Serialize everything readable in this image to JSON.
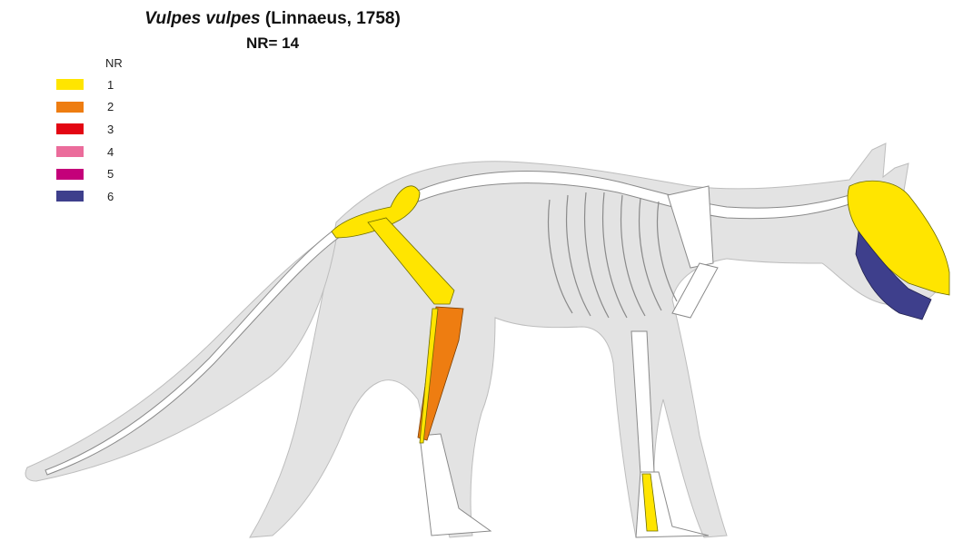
{
  "title": {
    "species": "Vulpes vulpes",
    "authority": "(Linnaeus, 1758)"
  },
  "nr_total": "NR= 14",
  "legend": {
    "header": "NR",
    "items": [
      {
        "label": "1",
        "color": "#FFE500"
      },
      {
        "label": "2",
        "color": "#EE7D11"
      },
      {
        "label": "3",
        "color": "#E30613"
      },
      {
        "label": "4",
        "color": "#EB6C9B"
      },
      {
        "label": "5",
        "color": "#C4007A"
      },
      {
        "label": "6",
        "color": "#3E3F8C"
      }
    ]
  },
  "body_fill": "#E3E3E3",
  "bones": [
    {
      "name": "cranium",
      "nr": "1"
    },
    {
      "name": "mandible",
      "nr": "6"
    },
    {
      "name": "pelvis",
      "nr": "1"
    },
    {
      "name": "femur",
      "nr": "1"
    },
    {
      "name": "fibula",
      "nr": "1"
    },
    {
      "name": "tibia",
      "nr": "2"
    },
    {
      "name": "metacarpal",
      "nr": "1"
    }
  ]
}
